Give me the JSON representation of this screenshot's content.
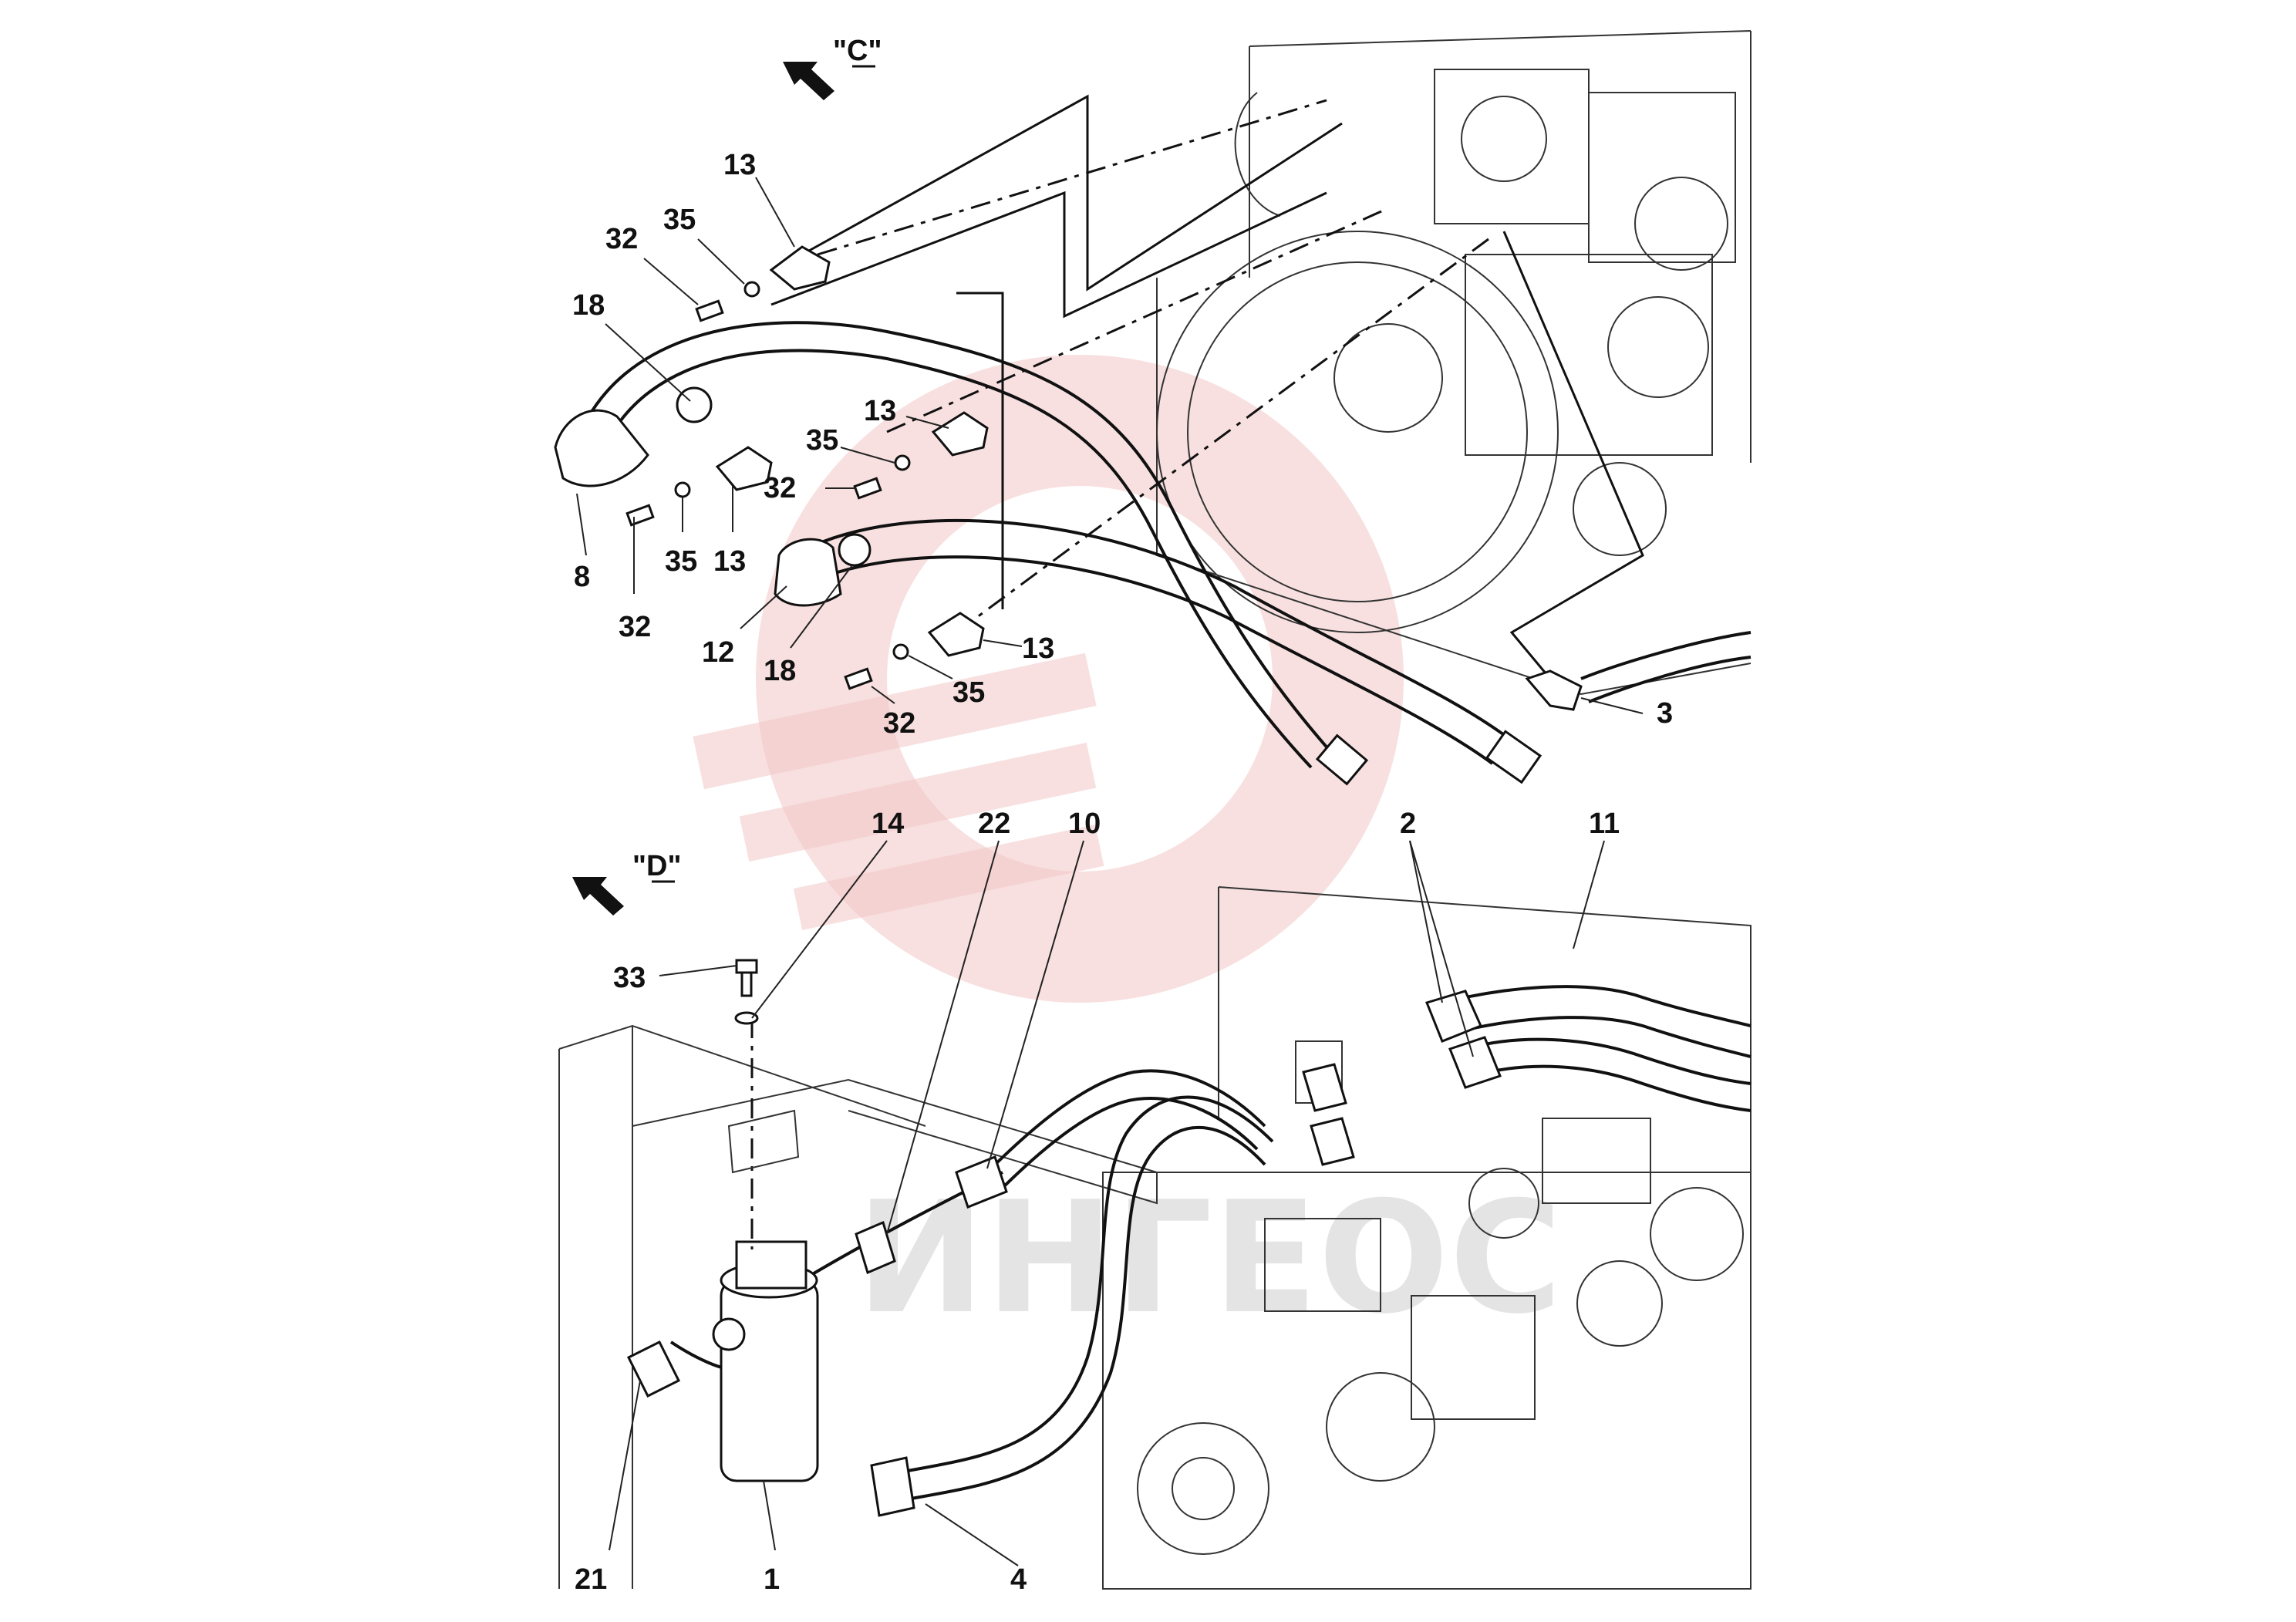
{
  "views": {
    "c": "\"C\"",
    "d": "\"D\""
  },
  "callouts": {
    "c13_top": "13",
    "c35_top": "35",
    "c32_top": "32",
    "c18_top": "18",
    "c8": "8",
    "c13_mid": "13",
    "c35_mid": "35",
    "c32_mid": "32",
    "c32_left": "32",
    "c35_left": "35",
    "c13_left": "13",
    "c12": "12",
    "c18_mid": "18",
    "c13_low": "13",
    "c35_low": "35",
    "c32_low": "32",
    "c3": "3",
    "c14": "14",
    "c22": "22",
    "c10": "10",
    "c2": "2",
    "c11": "11",
    "c33": "33",
    "c21": "21",
    "c1": "1",
    "c4": "4"
  },
  "watermark": {
    "text": "ИНГЕОС"
  },
  "colors": {
    "ink": "#111111",
    "watermark_red": "#f3c7c7",
    "watermark_gray": "#d9d9d9"
  }
}
